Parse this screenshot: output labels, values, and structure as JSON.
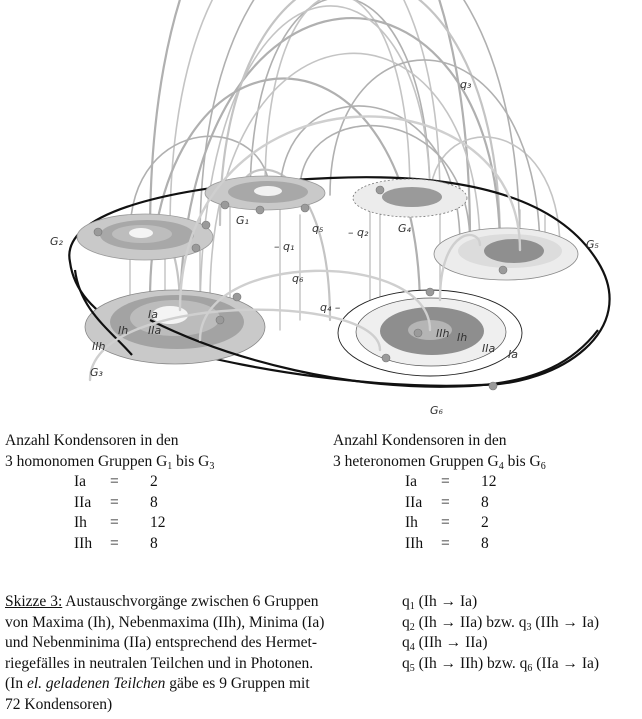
{
  "diagram": {
    "title": "Skizze 3",
    "group_labels": [
      "G1",
      "G2",
      "G3",
      "G4",
      "G5",
      "G6"
    ],
    "exchange_labels": [
      "q1",
      "q2",
      "q3",
      "q4",
      "q5",
      "q6"
    ],
    "ring_labels_g3": [
      "Ia",
      "IIa",
      "Ih",
      "IIh"
    ],
    "ring_labels_g6": [
      "IIh",
      "Ih",
      "IIa",
      "Ia"
    ],
    "colors": {
      "outer_ring": "#c8c8c8",
      "middle_ring": "#a6a6a6",
      "inner_ring": "#bdbdbd",
      "core": "#f4f4f4",
      "hetero_outer": "#ebebeb",
      "hetero_core": "#8f8f8f",
      "arc": "#b0b0b0",
      "ellipse": "#111111"
    }
  },
  "left_block": {
    "heading_line1": "Anzahl Kondensoren in den",
    "heading_line2_pre": "3 homonomen Gruppen G",
    "heading_sub1": "1",
    "heading_mid": " bis G",
    "heading_sub2": "3",
    "rows": [
      {
        "key": "Ia",
        "eq": "=",
        "value": "2"
      },
      {
        "key": "IIa",
        "eq": "=",
        "value": "8"
      },
      {
        "key": "Ih",
        "eq": "=",
        "value": "12"
      },
      {
        "key": "IIh",
        "eq": "=",
        "value": "8"
      }
    ]
  },
  "right_block": {
    "heading_line1": "Anzahl Kondensoren in den",
    "heading_line2_pre": "3 heteronomen Gruppen G",
    "heading_sub1": "4",
    "heading_mid": " bis G",
    "heading_sub2": "6",
    "rows": [
      {
        "key": "Ia",
        "eq": "=",
        "value": "12"
      },
      {
        "key": "IIa",
        "eq": "=",
        "value": "8"
      },
      {
        "key": "Ih",
        "eq": "=",
        "value": "2"
      },
      {
        "key": "IIh",
        "eq": "=",
        "value": "8"
      }
    ]
  },
  "caption": {
    "label": "Skizze 3:",
    "line1": " Austauschvorgänge zwischen 6 Gruppen",
    "line2": "von Maxima (Ih), Nebenmaxima (IIh), Minima (Ia)",
    "line3": "und Nebenminima (IIa) entsprechend des Hermet-",
    "line4": "riegefälles in neutralen Teilchen und in Photonen.",
    "line5_pre": "(In ",
    "line5_italic": "el. geladenen Teilchen",
    "line5_post": " gäbe es 9 Gruppen mit",
    "line6": "72 Kondensoren)"
  },
  "legend": {
    "arrow": "→",
    "items": [
      {
        "q": "q",
        "sub": "1",
        "text": " (Ih → Ia)"
      },
      {
        "q": "q",
        "sub": "2",
        "text": " (Ih → IIa) bzw. ",
        "q2": "q",
        "sub2": "3",
        "text2": " (IIh → Ia)"
      },
      {
        "q": "q",
        "sub": "4",
        "text": " (IIh → IIa)"
      },
      {
        "q": "q",
        "sub": "5",
        "text": " (Ih → IIh) bzw. ",
        "q2": "q",
        "sub2": "6",
        "text2": " (IIa → Ia)"
      }
    ]
  }
}
